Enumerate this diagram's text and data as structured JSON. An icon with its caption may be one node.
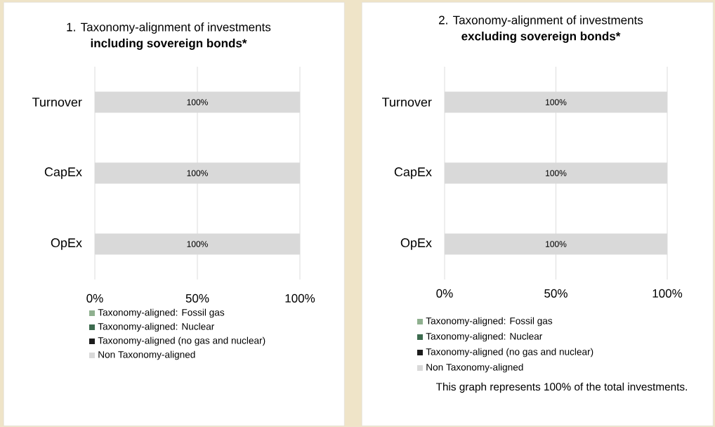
{
  "diagram": {
    "nodes": [
      {
        "text": [
          "1. Taxonomy-alignment of investments",
          "including sovereign bonds*"
        ]
      },
      {
        "text": [
          "2. Taxonomy-alignment of investments",
          "excluding sovereign bonds*"
        ]
      }
    ],
    "labels": [
      "This graph represents 100% of the total investments."
    ],
    "legend": [
      {
        "text": "Taxonomy-aligned: Fossil gas",
        "color": "#8fb08f"
      },
      {
        "text": "Taxonomy-aligned: Nuclear",
        "color": "#3d6b4f"
      },
      {
        "text": "Taxonomy-aligned (no gas and nuclear)",
        "color": "#1c1c1c"
      },
      {
        "text": "Non Taxonomy-aligned",
        "color": "#d9d9d9"
      },
      {
        "text": "Taxonomy-aligned: Fossil gas",
        "color": "#8fb08f"
      },
      {
        "text": "Taxonomy-aligned: Nuclear",
        "color": "#3d6b4f"
      },
      {
        "text": "Taxonomy-aligned (no gas and nuclear)",
        "color": "#1c1c1c"
      },
      {
        "text": "Non Taxonomy-aligned",
        "color": "#d9d9d9"
      }
    ],
    "chart_data": [
      {
        "type": "bar",
        "orientation": "horizontal",
        "stacked": true,
        "categories": [
          "Turnover",
          "CapEx",
          "OpEx"
        ],
        "xlim": [
          0,
          100
        ],
        "xticks": [
          {
            "value": 0,
            "label": "0%"
          },
          {
            "value": 50,
            "label": "50%"
          },
          {
            "value": 100,
            "label": "100%"
          }
        ],
        "series": [
          {
            "color": "#8fb08f",
            "values": [
              0,
              0,
              0
            ]
          },
          {
            "color": "#3d6b4f",
            "values": [
              0,
              0,
              0
            ]
          },
          {
            "color": "#1c1c1c",
            "values": [
              0,
              0,
              0
            ]
          },
          {
            "color": "#d9d9d9",
            "values": [
              100,
              100,
              100
            ]
          }
        ],
        "value_labels": [
          [
            null,
            null,
            null
          ],
          [
            null,
            null,
            null
          ],
          [
            null,
            null,
            null
          ],
          [
            "100%",
            "100%",
            "100%"
          ]
        ]
      },
      {
        "type": "bar",
        "orientation": "horizontal",
        "stacked": true,
        "categories": [
          "Turnover",
          "CapEx",
          "OpEx"
        ],
        "xlim": [
          0,
          100
        ],
        "xticks": [
          {
            "value": 0,
            "label": "0%"
          },
          {
            "value": 50,
            "label": "50%"
          },
          {
            "value": 100,
            "label": "100%"
          }
        ],
        "series": [
          {
            "color": "#8fb08f",
            "values": [
              0,
              0,
              0
            ]
          },
          {
            "color": "#3d6b4f",
            "values": [
              0,
              0,
              0
            ]
          },
          {
            "color": "#1c1c1c",
            "values": [
              0,
              0,
              0
            ]
          },
          {
            "color": "#d9d9d9",
            "values": [
              100,
              100,
              100
            ]
          }
        ],
        "value_labels": [
          [
            null,
            null,
            null
          ],
          [
            null,
            null,
            null
          ],
          [
            null,
            null,
            null
          ],
          [
            "100%",
            "100%",
            "100%"
          ]
        ]
      }
    ]
  }
}
